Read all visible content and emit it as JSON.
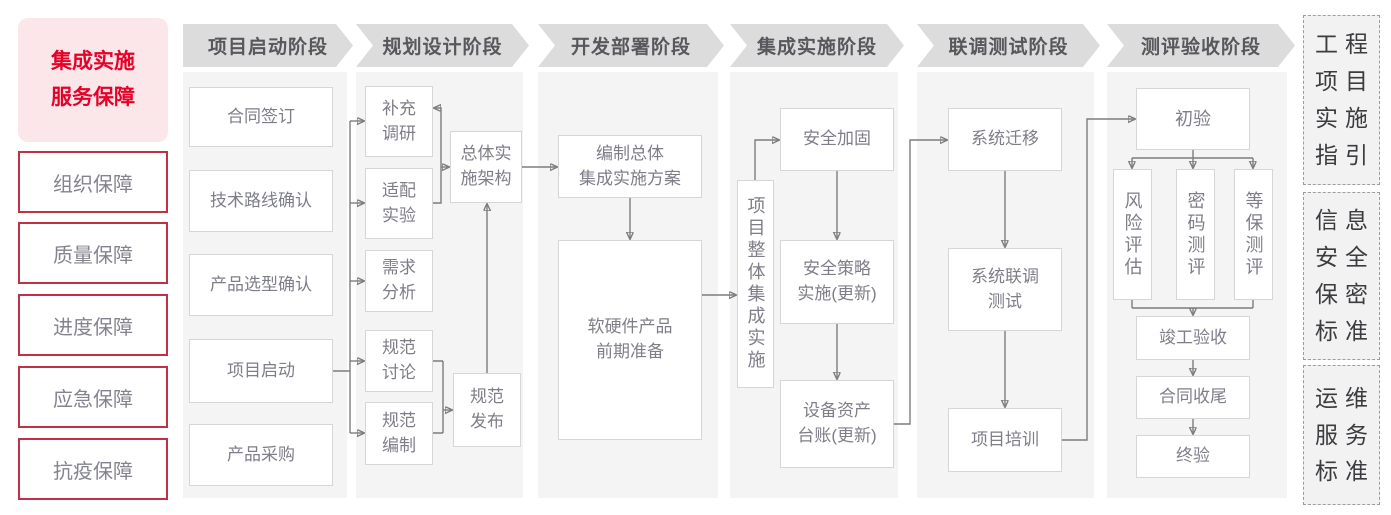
{
  "legend": {
    "title": "集成实施\n服务保障",
    "items": [
      "组织保障",
      "质量保障",
      "进度保障",
      "应急保障",
      "抗疫保障"
    ]
  },
  "phases": [
    {
      "label": "项目启动阶段",
      "boxes": [
        "合同签订",
        "技术路线确认",
        "产品选型确认",
        "项目启动",
        "产品采购"
      ]
    },
    {
      "label": "规划设计阶段",
      "boxes": [
        "补充\n调研",
        "适配\n实验",
        "需求\n分析",
        "规范\n讨论",
        "规范\n编制",
        "总体实\n施架构",
        "规范\n发布"
      ]
    },
    {
      "label": "开发部署阶段",
      "boxes": [
        "编制总体\n集成实施方案",
        "软硬件产品\n前期准备"
      ]
    },
    {
      "label": "集成实施阶段",
      "boxes": [
        "项目整体集成实施",
        "安全加固",
        "安全策略\n实施(更新)",
        "设备资产\n台账(更新)"
      ]
    },
    {
      "label": "联调测试阶段",
      "boxes": [
        "系统迁移",
        "系统联调\n测试",
        "项目培训"
      ]
    },
    {
      "label": "测评验收阶段",
      "boxes": [
        "初验",
        "风险评估",
        "密码测评",
        "等保测评",
        "竣工验收",
        "合同收尾",
        "终验"
      ]
    }
  ],
  "standards": [
    "工程\n项目\n实施\n指引",
    "信息\n安全\n保密\n标准",
    "运维\n服务\n标准"
  ],
  "colors": {
    "accent_red": "#e60129",
    "legend_border_red": "#bf3145",
    "legend_title_bg": "#fbe7e9",
    "phase_header_bg": "#dcdcdc",
    "panel_bg": "#f4f4f4",
    "box_border": "#d6d6d6",
    "box_text": "#7e7e88",
    "standard_text": "#3c3c40",
    "connector": "#7d7d7d"
  }
}
